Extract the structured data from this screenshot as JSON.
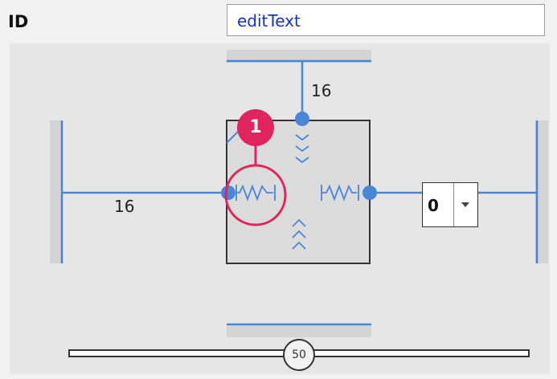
{
  "id_field": {
    "label": "ID",
    "value": "editText"
  },
  "constraints": {
    "top_margin": "16",
    "left_margin": "16"
  },
  "right_margin_dropdown": {
    "selected": "0"
  },
  "callout": {
    "number": "1"
  },
  "vertical_bias_slider": {
    "value": "50"
  },
  "colors": {
    "constraint_blue": "#4a86d8",
    "callout_pink": "#e0245e",
    "widget_fill": "#dcdcdc",
    "canvas_bg": "#e6e6e6"
  }
}
